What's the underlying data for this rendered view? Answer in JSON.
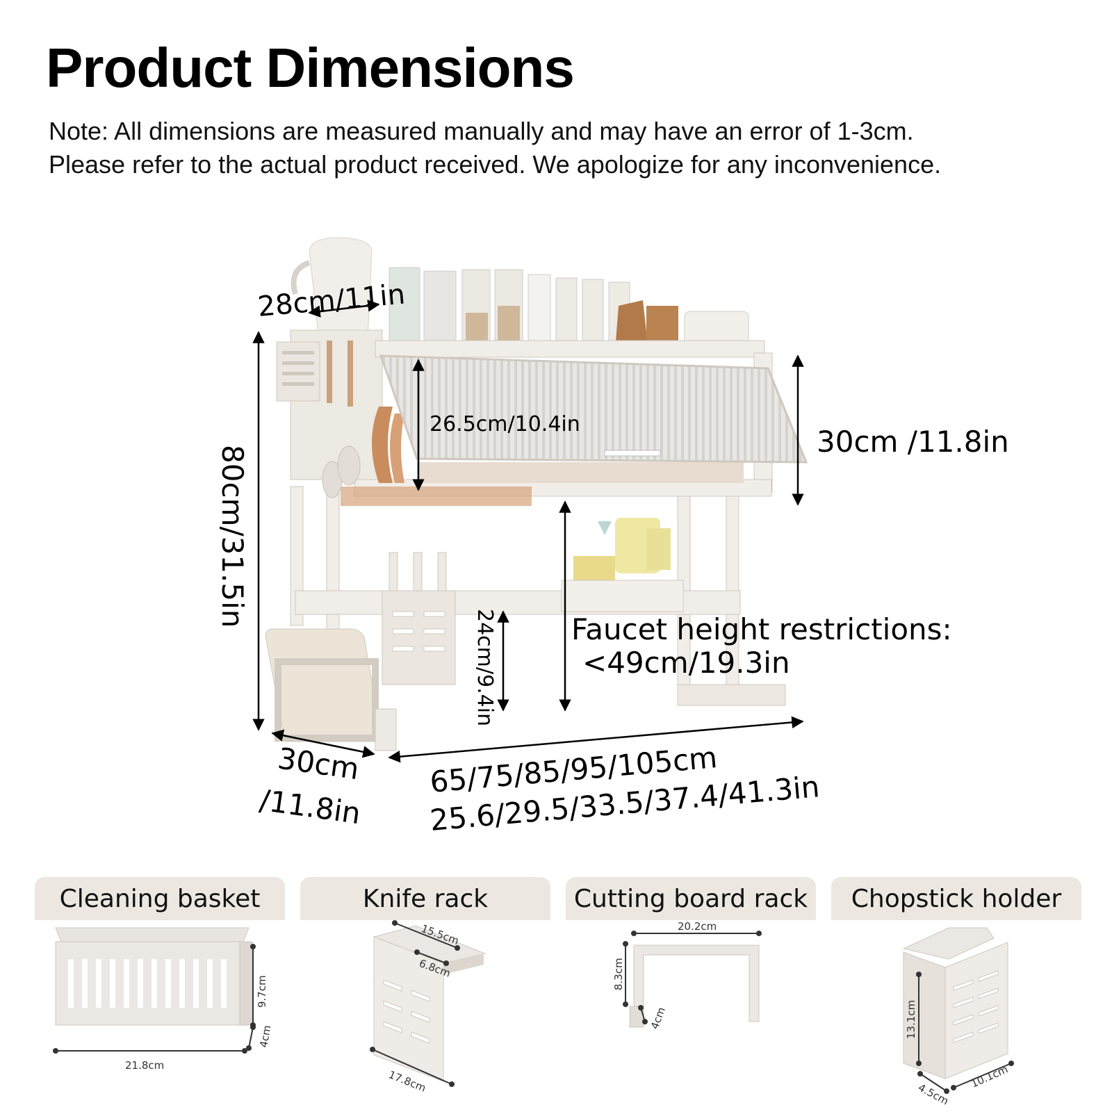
{
  "title": "Product Dimensions",
  "note": {
    "line1": "Note: All dimensions are measured manually and may have an error of 1-3cm.",
    "line2": "Please refer to the actual product received. We apologize for any inconvenience."
  },
  "main_dimensions": {
    "top_depth": "28cm/11in",
    "total_height": "80cm/31.5in",
    "inner_height": "26.5cm/10.4in",
    "upper_height": "30cm /11.8in",
    "lower_height": "24cm/9.4in",
    "faucet_line1": "Faucet height restrictions:",
    "faucet_line2": "<49cm/19.3in",
    "base_depth_line1": "30cm",
    "base_depth_line2": "/11.8in",
    "width_line1": "65/75/85/95/105cm",
    "width_line2": "25.6/29.5/33.5/37.4/41.3in"
  },
  "accessories": [
    {
      "label": "Cleaning basket",
      "dims": [
        "9.7cm",
        "4cm",
        "21.8cm"
      ]
    },
    {
      "label": "Knife rack",
      "dims": [
        "15.5cm",
        "6.8cm",
        "17.8cm"
      ]
    },
    {
      "label": "Cutting board rack",
      "dims": [
        "20.2cm",
        "8.3cm",
        "4cm"
      ]
    },
    {
      "label": "Chopstick holder",
      "dims": [
        "13.1cm",
        "4.5cm",
        "10.1cm"
      ]
    }
  ],
  "colors": {
    "rack": "#f1ede8",
    "rack_edge": "#cfc8bf",
    "tab": "#ece7e0",
    "wood": "#c98d5d",
    "panel": "#e4e1dd"
  }
}
